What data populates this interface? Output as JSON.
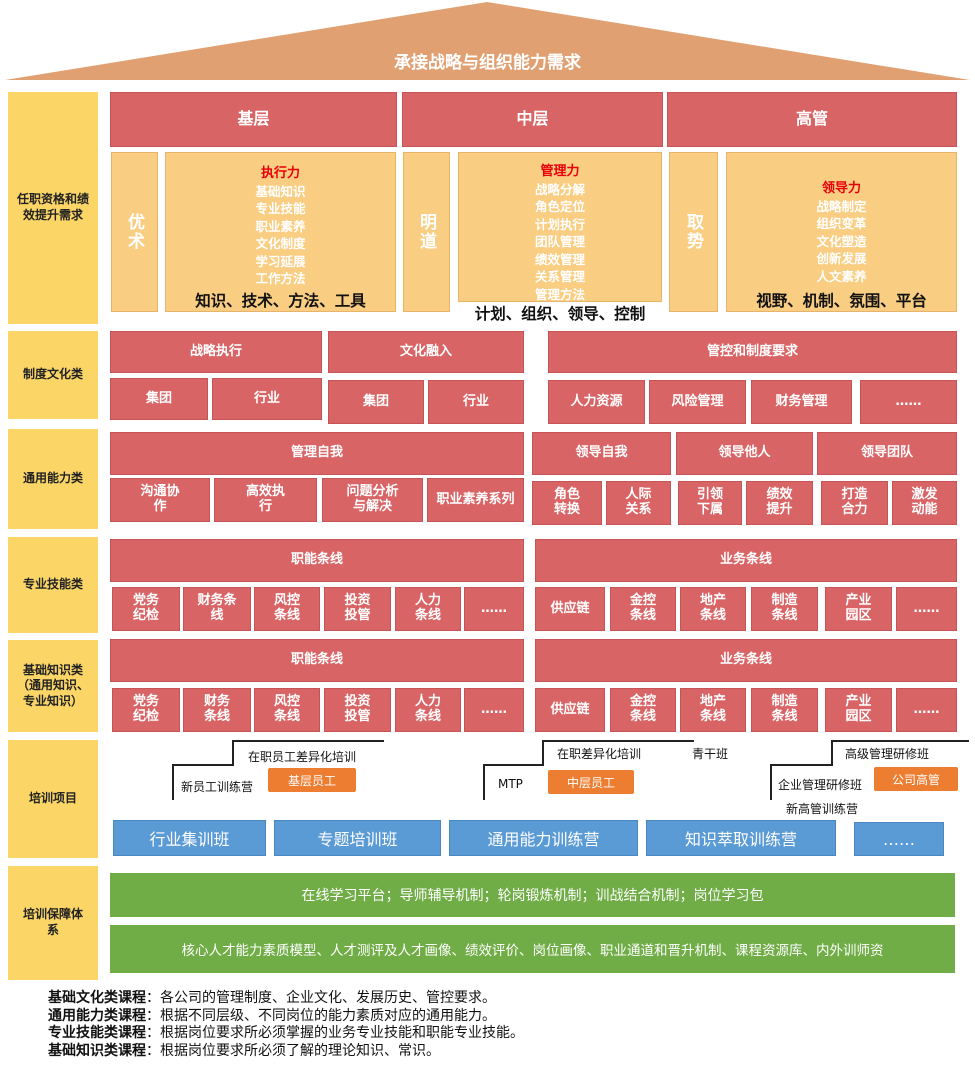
{
  "roof_title": "承接战略与组织能力需求",
  "categories": {
    "c1": "任职资格和绩效提升需求",
    "c2": "制度文化类",
    "c3": "通用能力类",
    "c4": "专业技能类",
    "c5": "基础知识类（通用知识、专业知识）",
    "c6": "培训项目",
    "c7": "培训保障体系"
  },
  "levels": {
    "base": {
      "title": "基层",
      "side": "优术",
      "head": "执行力",
      "items": [
        "基础知识",
        "专业技能",
        "职业素养",
        "文化制度",
        "学习延展",
        "工作方法"
      ],
      "summary": "知识、技术、方法、工具"
    },
    "mid": {
      "title": "中层",
      "side": "明道",
      "head": "管理力",
      "items": [
        "战略分解",
        "角色定位",
        "计划执行",
        "团队管理",
        "绩效管理",
        "关系管理",
        "管理方法"
      ],
      "summary": "计划、组织、领导、控制"
    },
    "top": {
      "title": "高管",
      "side": "取势",
      "head": "领导力",
      "items": [
        "战略制定",
        "组织变革",
        "文化塑造",
        "创新发展",
        "人文素养"
      ],
      "summary": "视野、机制、氛围、平台"
    }
  },
  "system": {
    "strategy": "战略执行",
    "culture": "文化融入",
    "control": "管控和制度要求",
    "strategy_items": [
      "集团",
      "行业"
    ],
    "culture_items": [
      "集团",
      "行业"
    ],
    "control_items": [
      "人力资源",
      "风险管理",
      "财务管理",
      "……"
    ]
  },
  "general": {
    "self": "管理自我",
    "lead_self": "领导自我",
    "lead_others": "领导他人",
    "lead_team": "领导团队",
    "self_items": [
      "沟通协作",
      "高效执行",
      "问题分析与解决",
      "职业素养系列"
    ],
    "lead_items": [
      "角色转换",
      "人际关系",
      "引领下属",
      "绩效提升",
      "打造合力",
      "激发动能"
    ]
  },
  "professional": {
    "func": "职能条线",
    "biz": "业务条线",
    "func_items": [
      "党务纪检",
      "财务条线",
      "风控条线",
      "投资投管",
      "人力条线",
      "……"
    ],
    "biz_items": [
      "供应链",
      "金控条线",
      "地产条线",
      "制造条线",
      "产业园区",
      "……"
    ]
  },
  "knowledge": {
    "func": "职能条线",
    "biz": "业务条线",
    "func_items": [
      "党务纪检",
      "财务条线",
      "风控条线",
      "投资投管",
      "人力条线",
      "……"
    ],
    "biz_items": [
      "供应链",
      "金控条线",
      "地产条线",
      "制造条线",
      "产业园区",
      "……"
    ]
  },
  "training": {
    "base_upper": "在职员工差异化培训",
    "base_lower": "新员工训练营",
    "base_badge": "基层员工",
    "mid_upper": "在职差异化培训",
    "mid_extra": "青干班",
    "mid_lower": "MTP",
    "mid_badge": "中层员工",
    "top_upper": "高级管理研修班",
    "top_mid": "企业管理研修班",
    "top_lower": "新高管训练营",
    "top_badge": "公司高管",
    "programs": [
      "行业集训班",
      "专题培训班",
      "通用能力训练营",
      "知识萃取训练营",
      "……"
    ]
  },
  "support": {
    "line1": "在线学习平台；导师辅导机制；轮岗锻炼机制；训战结合机制；岗位学习包",
    "line2": "核心人才能力素质模型、人才测评及人才画像、绩效评价、岗位画像、职业通道和晋升机制、课程资源库、内外训师资"
  },
  "descriptions": [
    {
      "term": "基础文化类课程",
      "text": "：各公司的管理制度、企业文化、发展历史、管控要求。"
    },
    {
      "term": "通用能力类课程",
      "text": "：根据不同层级、不同岗位的能力素质对应的通用能力。"
    },
    {
      "term": "专业技能类课程",
      "text": "：根据岗位要求所必须掌握的业务专业技能和职能专业技能。"
    },
    {
      "term": "基础知识类课程",
      "text": "：根据岗位要求所必须了解的理论知识、常识。"
    }
  ],
  "colors": {
    "roof": "#e0a072",
    "red": "#d96466",
    "yellow": "#fbd667",
    "beige": "#f9cd82",
    "blue": "#5b9bd5",
    "green": "#70ad47",
    "orange": "#ed7d31",
    "highlight": "#e8000b"
  }
}
